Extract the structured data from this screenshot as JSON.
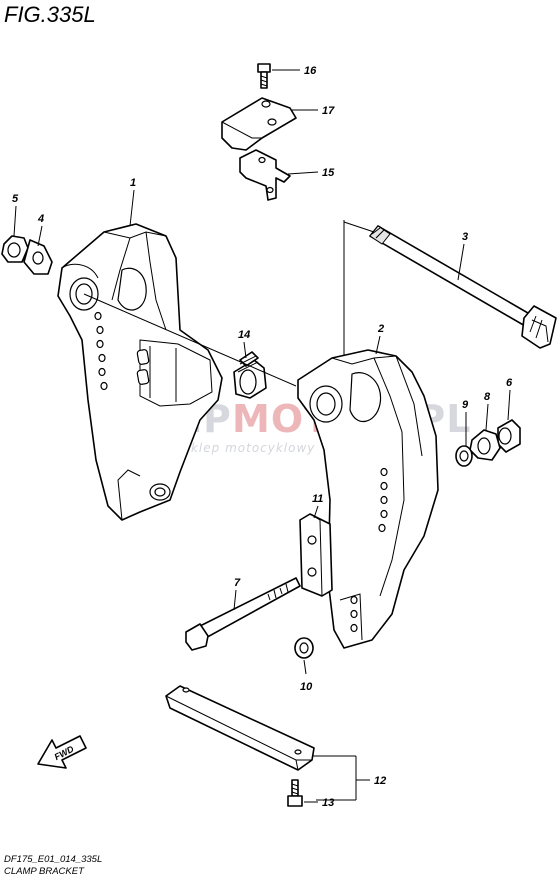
{
  "figure": {
    "title": "FIG.335L",
    "code": "DF175_E01_014_335L",
    "caption": "CLAMP BRACKET",
    "fwd_label": "FWD"
  },
  "watermark": {
    "brand_left": "SKLEP",
    "brand_right": "MOTO",
    "brand_end": ".PL",
    "tagline": "internetowy sklep motocyklowy",
    "accent_color": "#e8a0a4"
  },
  "callouts": [
    "1",
    "2",
    "3",
    "4",
    "5",
    "6",
    "7",
    "8",
    "9",
    "10",
    "11",
    "12",
    "13",
    "14",
    "15",
    "16",
    "17"
  ]
}
